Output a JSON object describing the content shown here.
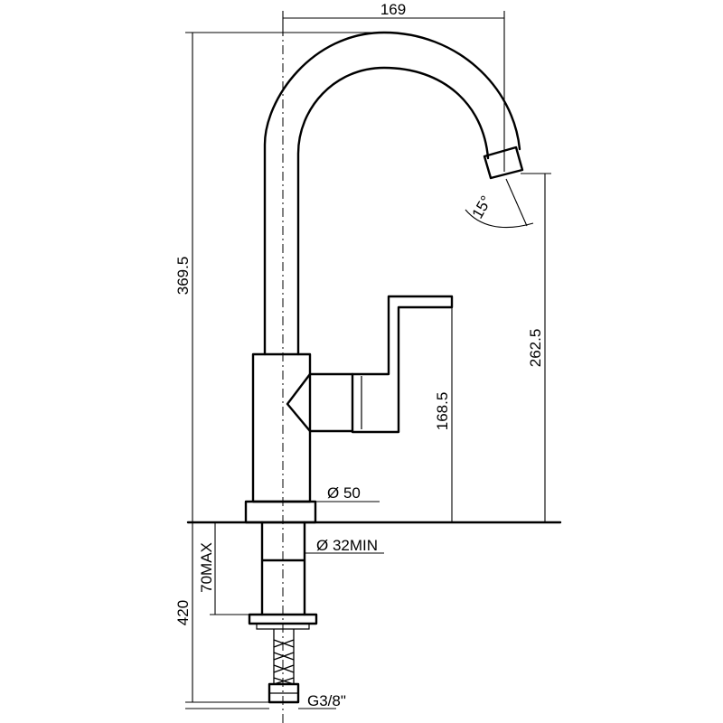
{
  "dimensions": {
    "spout_reach": "169",
    "total_height": "369.5",
    "outlet_height": "262.5",
    "lever_height": "168.5",
    "base_diameter": "Ø 50",
    "hole_diameter": "Ø 32MIN",
    "deck_thickness": "70MAX",
    "hose_length": "420",
    "connection": "G3/8\"",
    "swivel_angle": "15°"
  }
}
